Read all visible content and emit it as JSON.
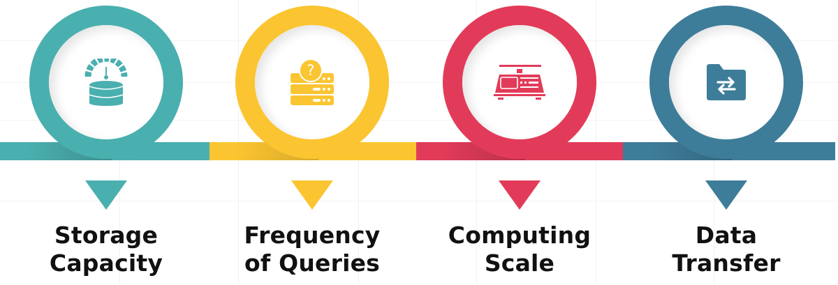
{
  "colors": {
    "teal": "#4AAFAF",
    "yellow": "#FBC531",
    "red": "#E23B59",
    "blue": "#3E7D99",
    "text": "#111111"
  },
  "steps": [
    {
      "id": "storage-capacity",
      "icon": "database-gauge-icon",
      "color": "#4AAFAF",
      "line1": "Storage",
      "line2": "Capacity"
    },
    {
      "id": "frequency-of-queries",
      "icon": "server-question-icon",
      "color": "#FBC531",
      "line1": "Frequency",
      "line2": "of Queries"
    },
    {
      "id": "computing-scale",
      "icon": "weighing-scale-icon",
      "color": "#E23B59",
      "line1": "Computing",
      "line2": "Scale"
    },
    {
      "id": "data-transfer",
      "icon": "folder-transfer-icon",
      "color": "#3E7D99",
      "line1": "Data",
      "line2": "Transfer"
    }
  ]
}
